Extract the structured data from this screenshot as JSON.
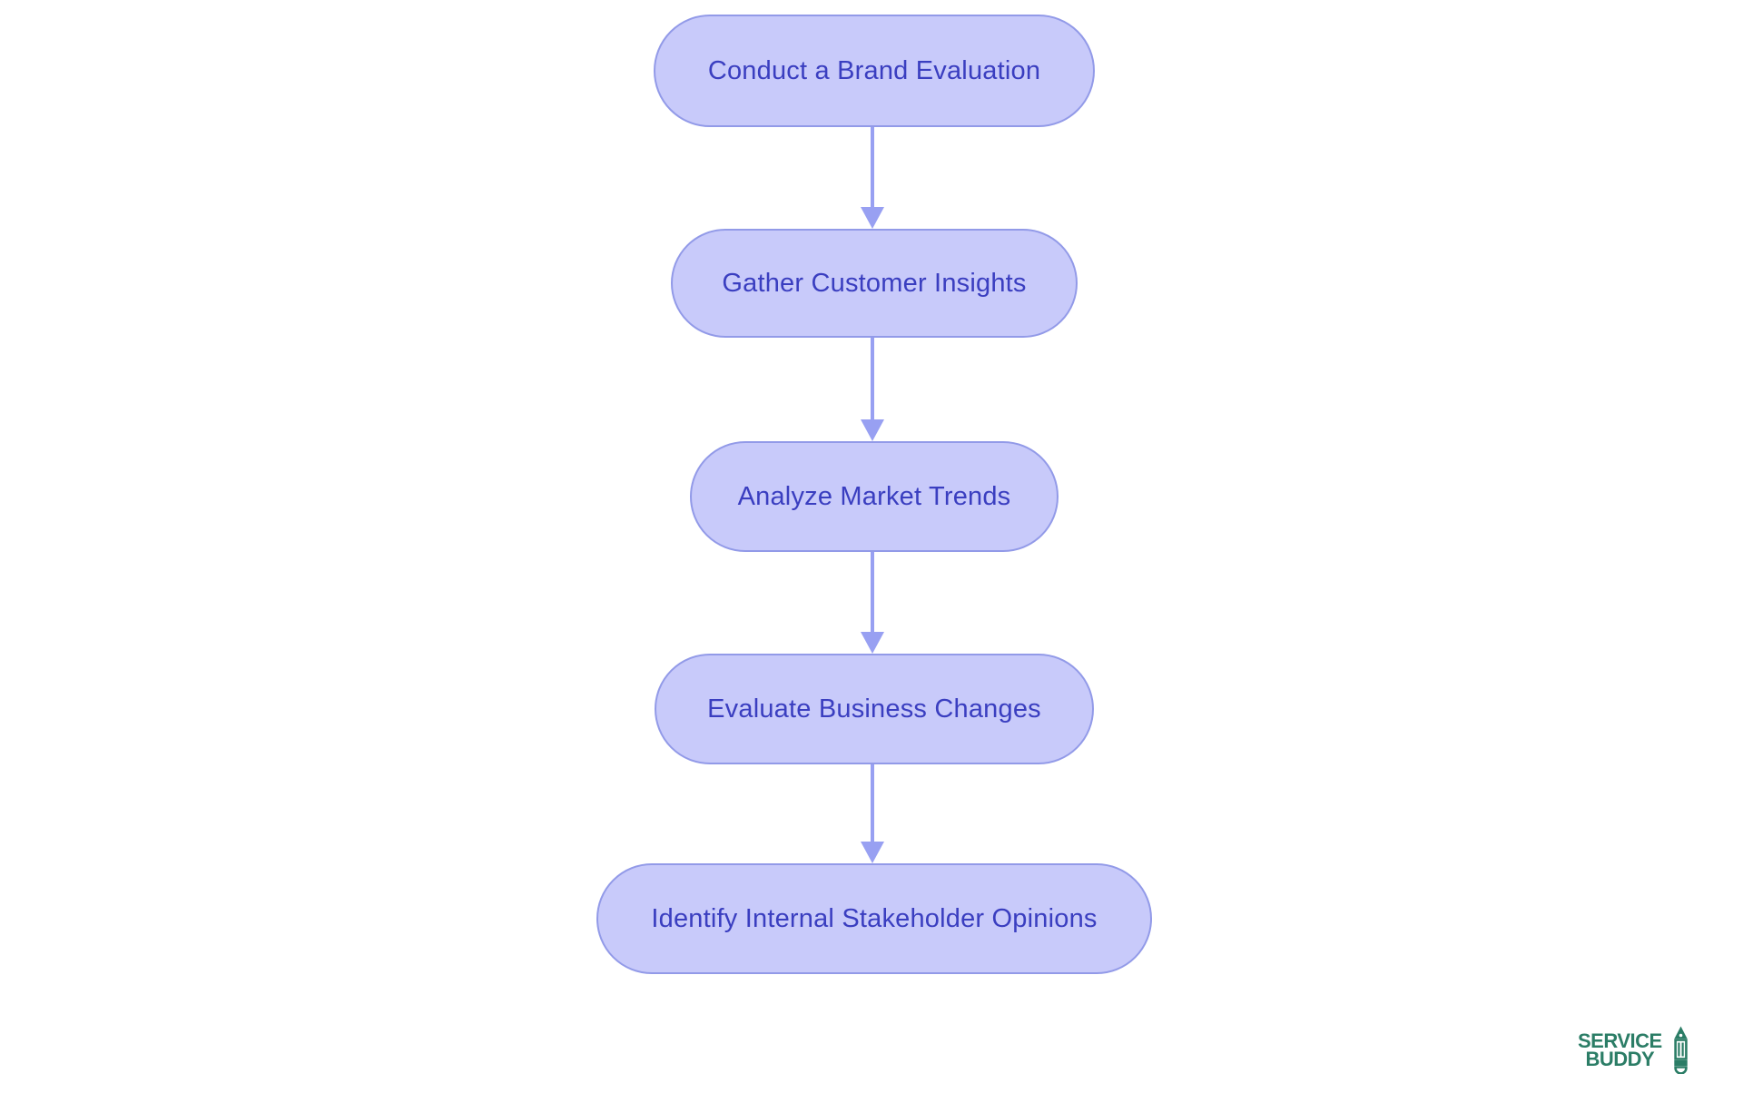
{
  "diagram": {
    "type": "flowchart",
    "direction": "top-down",
    "steps": [
      {
        "label": "Conduct a Brand Evaluation"
      },
      {
        "label": "Gather Customer Insights"
      },
      {
        "label": "Analyze Market Trends"
      },
      {
        "label": "Evaluate Business Changes"
      },
      {
        "label": "Identify Internal Stakeholder Opinions"
      }
    ],
    "connections": [
      {
        "from": 0,
        "to": 1
      },
      {
        "from": 1,
        "to": 2
      },
      {
        "from": 2,
        "to": 3
      },
      {
        "from": 3,
        "to": 4
      }
    ],
    "colors": {
      "background": "#ffffff",
      "node_fill": "#c8cafa",
      "node_border": "#929ae8",
      "node_text": "#3a3ec0",
      "arrow": "#98a0f2"
    }
  },
  "branding": {
    "logo_line1": "SERVICE",
    "logo_line2": "BUDDY",
    "logo_icon": "pencil-icon",
    "logo_color": "#2b7d66"
  }
}
